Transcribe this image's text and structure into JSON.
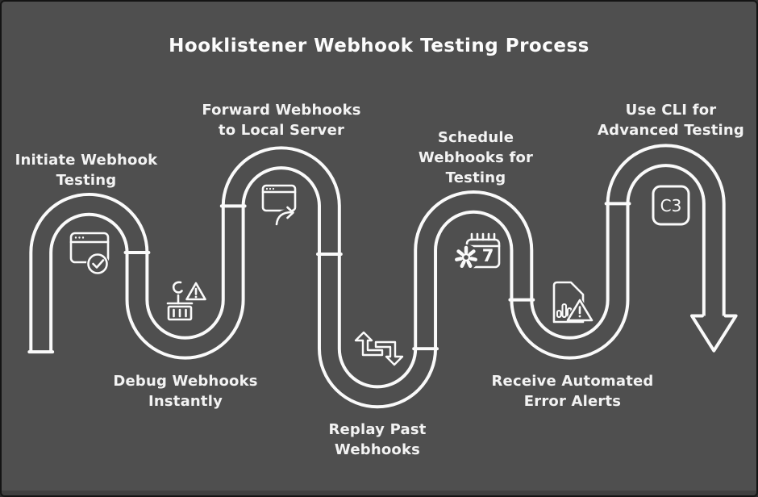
{
  "title": "Hooklistener Webhook Testing Process",
  "colors": {
    "background": "#4f4f4f",
    "line": "#fafafa",
    "text": "#f3f3f3",
    "border": "#141414"
  },
  "flow": {
    "shape": "serpentine-tube",
    "segment_dividers": 6,
    "end_marker": "down-arrow"
  },
  "steps": [
    {
      "name": "initiate-webhook-testing",
      "icon": "browser-check-icon",
      "lines": [
        "Initiate Webhook",
        "Testing"
      ]
    },
    {
      "name": "debug-webhooks-instantly",
      "icon": "container-hook-alert-icon",
      "lines": [
        "Debug Webhooks",
        "Instantly"
      ]
    },
    {
      "name": "forward-webhooks",
      "icon": "browser-forward-icon",
      "lines": [
        "Forward Webhooks",
        "to Local Server"
      ]
    },
    {
      "name": "replay-past-webhooks",
      "icon": "replay-loop-icon",
      "lines": [
        "Replay Past",
        "Webhooks"
      ]
    },
    {
      "name": "schedule-webhooks",
      "icon": "calendar-gear-icon",
      "lines": [
        "Schedule",
        "Webhooks for",
        "Testing"
      ],
      "icon_text": "7"
    },
    {
      "name": "receive-error-alerts",
      "icon": "error-report-alert-icon",
      "lines": [
        "Receive Automated",
        "Error Alerts"
      ]
    },
    {
      "name": "use-cli-advanced-testing",
      "icon": "cli-box-icon",
      "lines": [
        "Use CLI for",
        "Advanced Testing"
      ],
      "icon_text": "C3"
    }
  ]
}
